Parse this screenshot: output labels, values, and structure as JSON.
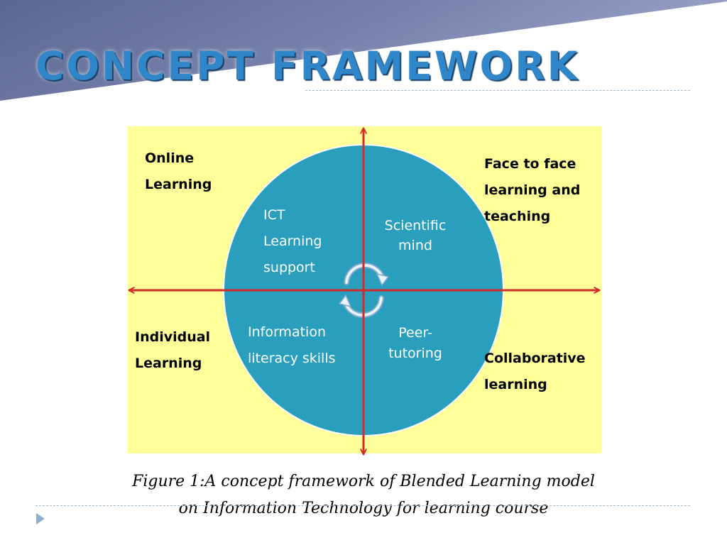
{
  "slide": {
    "title": "CONCEPT  FRAMEWORK",
    "colors": {
      "title": "#2f86c8",
      "banner": "#6f7aa4",
      "diagram_background": "#ffff99",
      "circle_fill": "#2a9fbd",
      "axis_arrows": "#d42a2a"
    }
  },
  "diagram": {
    "quadrant_labels": {
      "top_left": [
        "Online",
        "Learning"
      ],
      "top_right": [
        "Face to face",
        "learning and",
        "teaching"
      ],
      "bottom_left": [
        "Individual",
        "Learning"
      ],
      "bottom_right": [
        "Collaborative",
        "learning"
      ]
    },
    "circle_segments": {
      "top_left": [
        "ICT",
        "Learning",
        "support"
      ],
      "top_right": [
        "Scientific",
        "mind"
      ],
      "bottom_left": [
        "Information",
        "literacy skills"
      ],
      "bottom_right": [
        "Peer-",
        "tutoring"
      ]
    },
    "center_icon": "circular-cycle-arrows-icon"
  },
  "caption": {
    "line1": "Figure 1:A concept framework of Blended Learning model",
    "line2": "on Information Technology for learning course"
  },
  "icons": {
    "slide_bullet": "play-triangle-icon"
  }
}
